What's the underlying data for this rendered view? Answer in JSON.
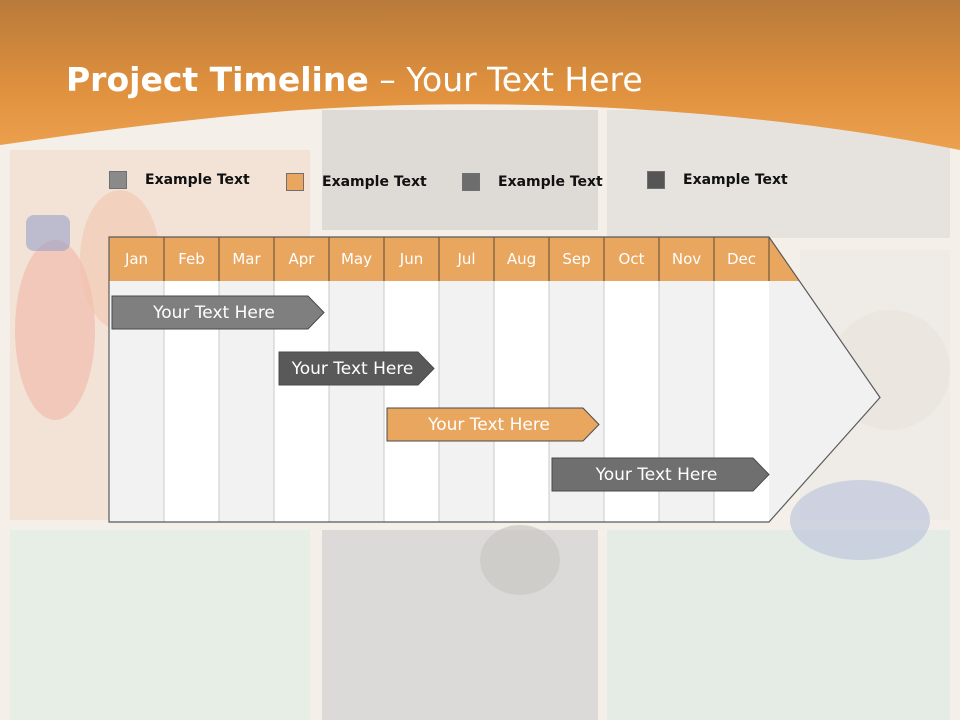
{
  "slide": {
    "title_bold": "Project Timeline",
    "title_rest": " – Your Text Here"
  },
  "legend": [
    {
      "label": "Example Text",
      "color": "#8a8a8a"
    },
    {
      "label": "Example Text",
      "color": "#e8a65e"
    },
    {
      "label": "Example Text",
      "color": "#6d6d6d"
    },
    {
      "label": "Example Text",
      "color": "#555555"
    }
  ],
  "chart_data": {
    "type": "table",
    "months": [
      "Jan",
      "Feb",
      "Mar",
      "Apr",
      "May",
      "Jun",
      "Jul",
      "Aug",
      "Sep",
      "Oct",
      "Nov",
      "Dec"
    ],
    "tasks": [
      {
        "label": "Your  Text Here",
        "start": "Jan",
        "end": "Mar",
        "color": "#7f7f7f"
      },
      {
        "label": "Your  Text Here",
        "start": "Apr",
        "end": "Jun",
        "color": "#595959"
      },
      {
        "label": "Your  Text Here",
        "start": "Jun",
        "end": "Sep",
        "color": "#e8a65e"
      },
      {
        "label": "Your  Text Here",
        "start": "Sep",
        "end": "Dec",
        "color": "#6f6f6f"
      }
    ]
  },
  "colors": {
    "header_orange": "#e8a65e",
    "banner_orange": "#e69a46"
  }
}
